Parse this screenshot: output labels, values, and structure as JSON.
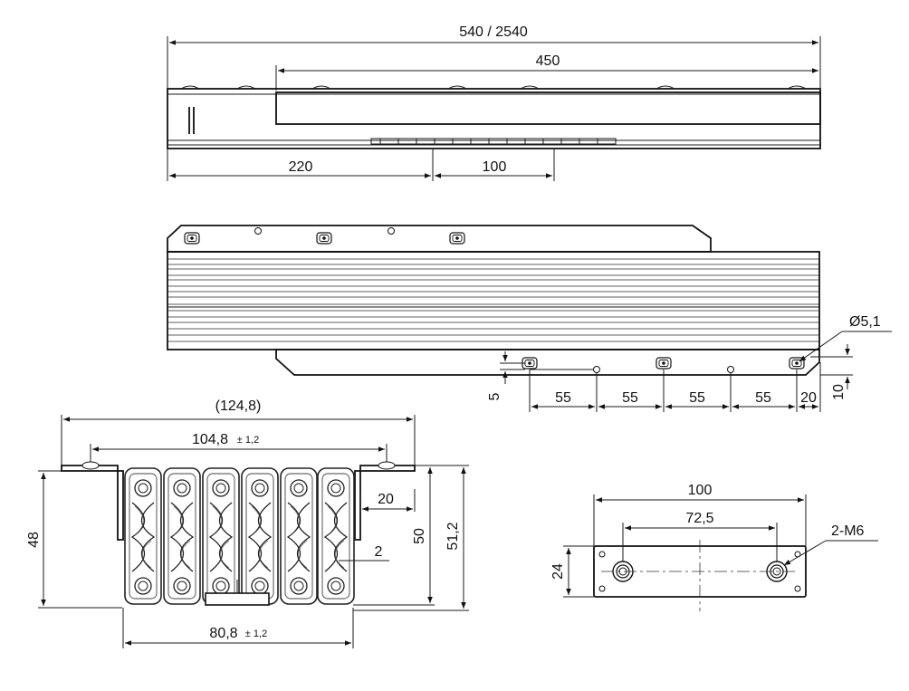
{
  "dimensions": {
    "overall_length": "540 / 2540",
    "slider_length": "450",
    "offset_left": "220",
    "mount_width": "100",
    "hole_diameter": "Ø5,1",
    "pitch_1": "55",
    "pitch_2": "55",
    "pitch_3": "55",
    "pitch_4": "55",
    "end_offset": "20",
    "edge_offset": "10",
    "vertical_offset": "5",
    "section_overall": "(124,8)",
    "section_flange": "104,8",
    "section_flange_tol": "± 1,2",
    "section_ear": "20",
    "section_wall": "2",
    "section_height_left": "48",
    "section_height_inner": "50",
    "section_height_outer": "51,2",
    "section_bottom": "80,8",
    "section_bottom_tol": "± 1,2",
    "plate_width": "100",
    "plate_hole_spacing": "72,5",
    "plate_height": "24",
    "plate_thread": "2-M6"
  }
}
